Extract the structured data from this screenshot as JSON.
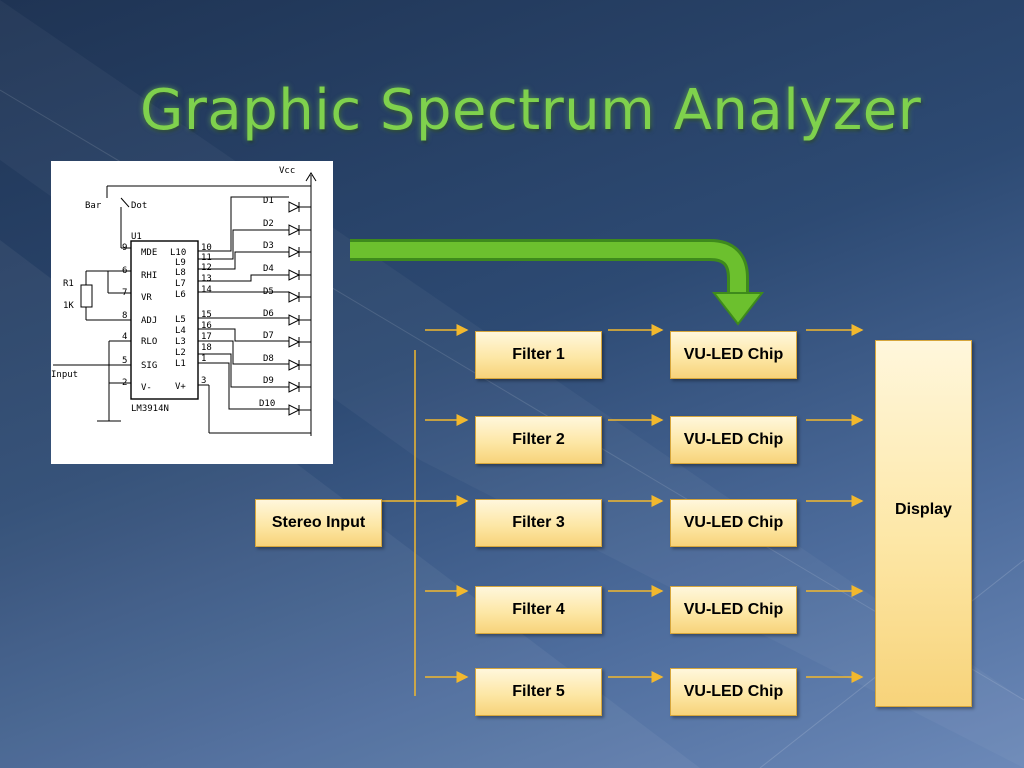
{
  "slide": {
    "title": "Graphic Spectrum Analyzer"
  },
  "schematic": {
    "vcc": "Vcc",
    "bar": "Bar",
    "dot": "Dot",
    "u1": "U1",
    "r1": "R1",
    "r1_value": "1K",
    "input": "Input",
    "chip": "LM3914N",
    "left_pins": [
      {
        "num": "9",
        "name": "MDE"
      },
      {
        "num": "6",
        "name": "RHI"
      },
      {
        "num": "7",
        "name": "VR"
      },
      {
        "num": "8",
        "name": "ADJ"
      },
      {
        "num": "4",
        "name": "RLO"
      },
      {
        "num": "5",
        "name": "SIG"
      },
      {
        "num": "2",
        "name": "V-"
      }
    ],
    "right_pins": [
      {
        "num": "10",
        "name": "L10"
      },
      {
        "num": "11",
        "name": "L9"
      },
      {
        "num": "12",
        "name": "L8"
      },
      {
        "num": "13",
        "name": "L7"
      },
      {
        "num": "14",
        "name": "L6"
      },
      {
        "num": "15",
        "name": "L5"
      },
      {
        "num": "16",
        "name": "L4"
      },
      {
        "num": "17",
        "name": "L3"
      },
      {
        "num": "18",
        "name": "L2"
      },
      {
        "num": "1",
        "name": "L1"
      },
      {
        "num": "3",
        "name": "V+"
      }
    ],
    "diodes": [
      "D1",
      "D2",
      "D3",
      "D4",
      "D5",
      "D6",
      "D7",
      "D8",
      "D9",
      "D10"
    ]
  },
  "diagram": {
    "input_label": "Stereo Input",
    "filters": [
      "Filter 1",
      "Filter 2",
      "Filter 3",
      "Filter 4",
      "Filter 5"
    ],
    "chips": [
      "VU-LED Chip",
      "VU-LED Chip",
      "VU-LED Chip",
      "VU-LED Chip",
      "VU-LED Chip"
    ],
    "display_label": "Display"
  },
  "colors": {
    "title": "#7fd14d",
    "pointer_arrow": "#6cc02e",
    "flow_arrows": "#f2b82e",
    "box_fill": "#fde7a6"
  }
}
